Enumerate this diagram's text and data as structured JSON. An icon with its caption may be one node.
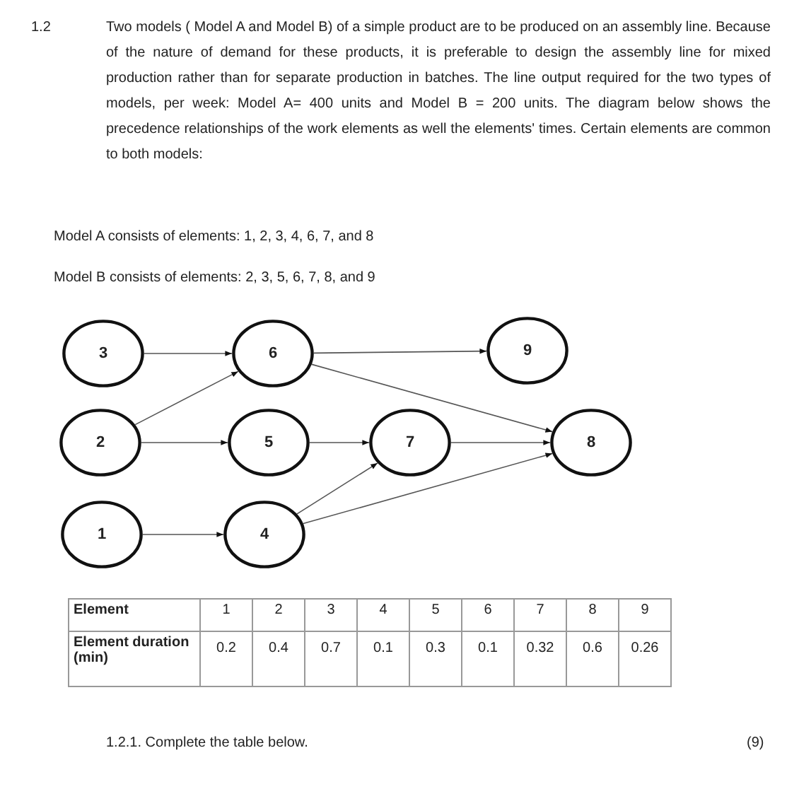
{
  "diagram": {
    "nodes": [
      {
        "text": [
          "3"
        ]
      },
      {
        "text": [
          "6"
        ]
      },
      {
        "text": [
          "9"
        ]
      },
      {
        "text": [
          "2"
        ]
      },
      {
        "text": [
          "5"
        ]
      },
      {
        "text": [
          "7"
        ]
      },
      {
        "text": [
          "8"
        ]
      },
      {
        "text": [
          "1"
        ]
      },
      {
        "text": [
          "4"
        ]
      }
    ],
    "edges": [
      {
        "from": 0,
        "to": 1,
        "arrow": "to"
      },
      {
        "from": 3,
        "to": 1,
        "arrow": "to"
      },
      {
        "from": 1,
        "to": 2,
        "arrow": "to"
      },
      {
        "from": 1,
        "to": 6,
        "arrow": "to"
      },
      {
        "from": 3,
        "to": 4,
        "arrow": "to"
      },
      {
        "from": 4,
        "to": 5,
        "arrow": "to"
      },
      {
        "from": 8,
        "to": 5,
        "arrow": "to"
      },
      {
        "from": 5,
        "to": 6,
        "arrow": "to"
      },
      {
        "from": 8,
        "to": 6,
        "arrow": "to"
      },
      {
        "from": 7,
        "to": 8,
        "arrow": "to"
      }
    ],
    "labels": [
      "1.2",
      "Two models ( Model A and Model B) of a simple product are to be produced on an assembly line. Because of the nature of demand for these products, it is preferable to design the assembly line for mixed production rather than for separate production in batches. The line output required for the two types of models, per week: Model A= 400 units and Model B = 200 units. The diagram below shows the precedence relationships of the work elements as well the elements' times. Certain elements are common to both models:",
      "Model A consists of elements: 1, 2, 3, 4, 6, 7, and 8",
      "Model B consists of elements: 2, 3, 5, 6, 7, 8, and 9",
      "Element",
      "1",
      "2",
      "3",
      "4",
      "5",
      "6",
      "7",
      "8",
      "9",
      "Element duration (min)",
      "0.2",
      "0.4",
      "0.7",
      "0.1",
      "0.3",
      "0.1",
      "0.32",
      "0.6",
      "0.26",
      "1.2.1. Complete the table below.",
      "(9)"
    ]
  }
}
